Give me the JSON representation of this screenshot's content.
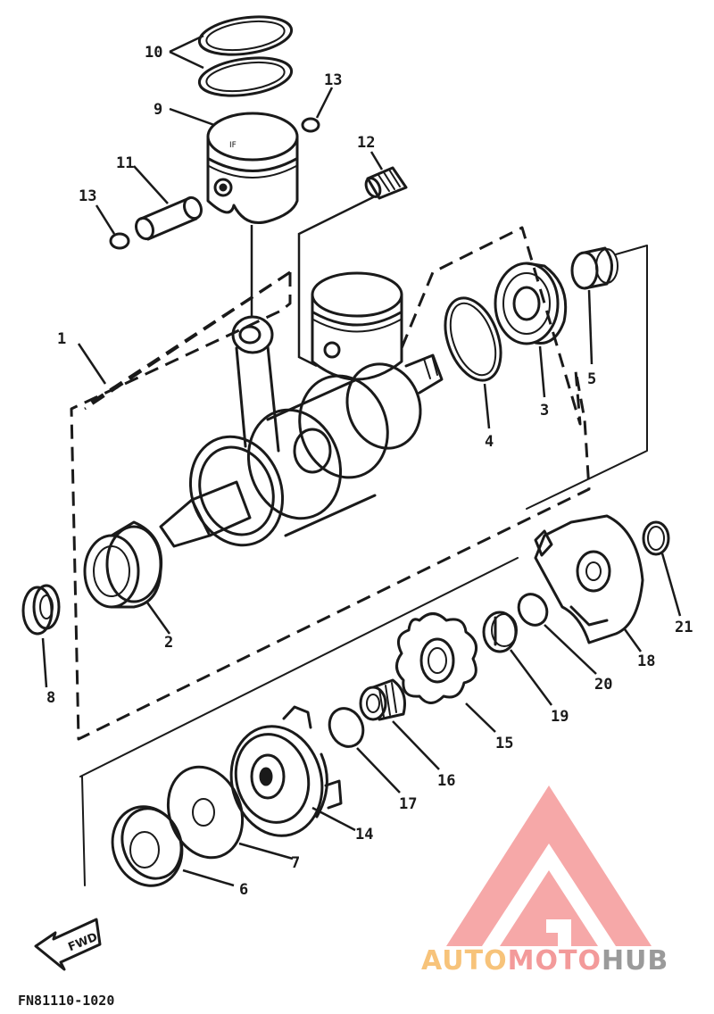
{
  "diagram": {
    "part_numbers": [
      "1",
      "2",
      "3",
      "4",
      "5",
      "6",
      "7",
      "8",
      "9",
      "10",
      "11",
      "12",
      "13",
      "13",
      "14",
      "15",
      "16",
      "17",
      "18",
      "19",
      "20",
      "21"
    ],
    "direction_arrow_label": "FWD",
    "figure_code": "FN81110-1020"
  },
  "watermark": {
    "brand_part1": "AUTO",
    "brand_part2": "MOTO",
    "brand_part3": "HUB",
    "colors": {
      "auto": "#f7c37a",
      "moto": "#f39a9a",
      "hub": "#9a9a9a",
      "logo": "#f59a9a"
    }
  }
}
